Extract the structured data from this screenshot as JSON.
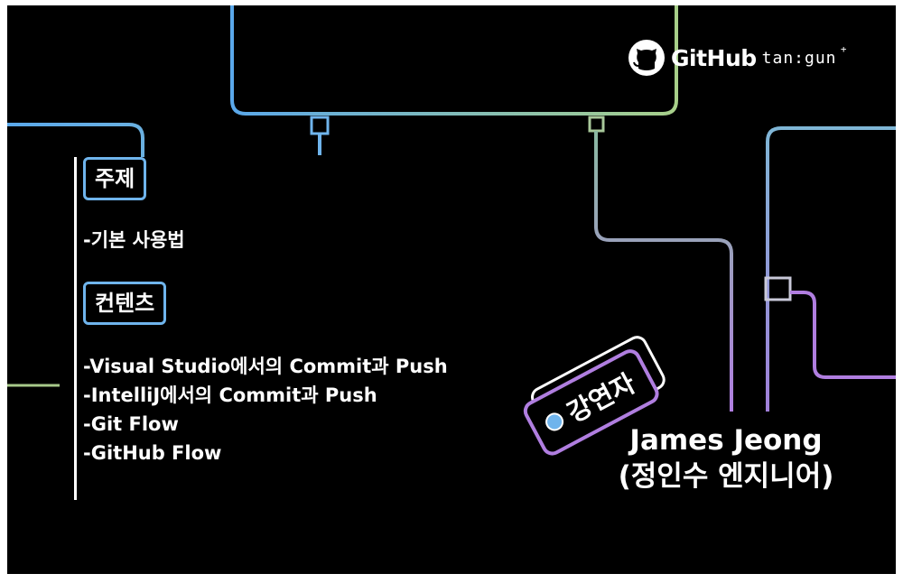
{
  "logo": {
    "github_text": "GitHub",
    "partner_text": "tan:gun",
    "partner_mark": "+"
  },
  "topic": {
    "label": "주제",
    "item": "-기본 사용법"
  },
  "contents": {
    "label": "컨텐츠",
    "items": [
      "-Visual Studio에서의 Commit과 Push",
      "-IntelliJ에서의 Commit과 Push",
      "-Git Flow",
      "-GitHub Flow"
    ]
  },
  "speaker": {
    "badge_label": "강연자",
    "name": "James Jeong",
    "name_korean": "(정인수 엔지니어)"
  },
  "colors": {
    "background": "#000000",
    "tag_border": "#6fb4ec",
    "badge_border": "#b07ee0",
    "trace_blue": "#6fb4ec",
    "trace_green": "#a7c98a",
    "trace_purple": "#b07ee0"
  },
  "icons": [
    "github-octocat-icon",
    "badge-dot-icon"
  ]
}
